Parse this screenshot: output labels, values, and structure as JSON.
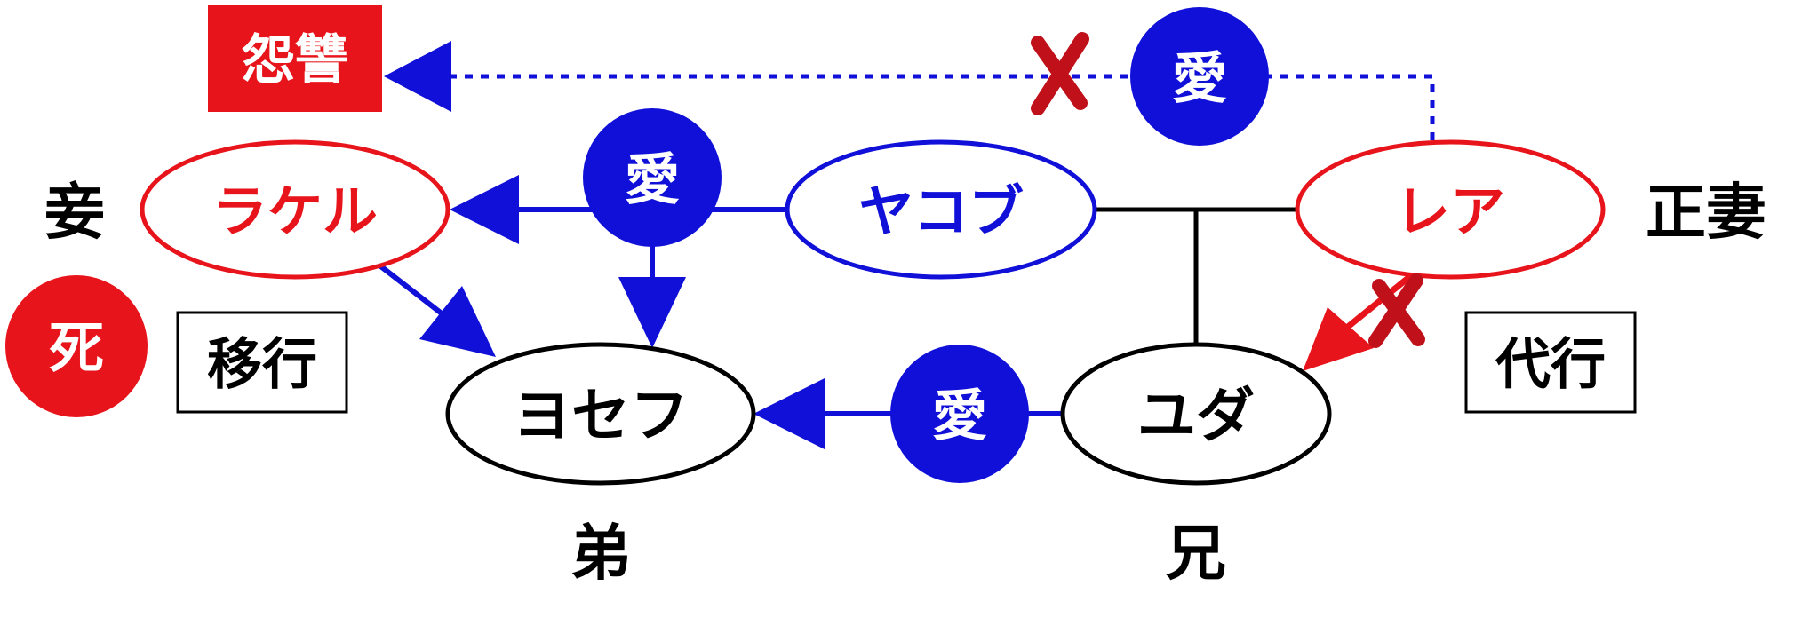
{
  "nodes": {
    "rachel": {
      "label": "ラケル",
      "color": "#e8141b"
    },
    "jacob": {
      "label": "ヤコブ",
      "color": "#1010d8"
    },
    "leah": {
      "label": "レア",
      "color": "#e8141b"
    },
    "joseph": {
      "label": "ヨセフ",
      "color": "#000000"
    },
    "judah": {
      "label": "ユダ",
      "color": "#000000"
    }
  },
  "side_labels": {
    "concubine": "妾",
    "main_wife": "正妻",
    "younger_brother": "弟",
    "elder_brother": "兄"
  },
  "badges": {
    "love_top": "愛",
    "love_mid": "愛",
    "love_bottom": "愛",
    "death": "死",
    "grudge": "怨讐"
  },
  "boxes": {
    "transfer": "移行",
    "proxy": "代行"
  },
  "colors": {
    "red": "#e8141b",
    "blue": "#1010d8",
    "dark_red": "#c0101a",
    "black": "#000000"
  }
}
